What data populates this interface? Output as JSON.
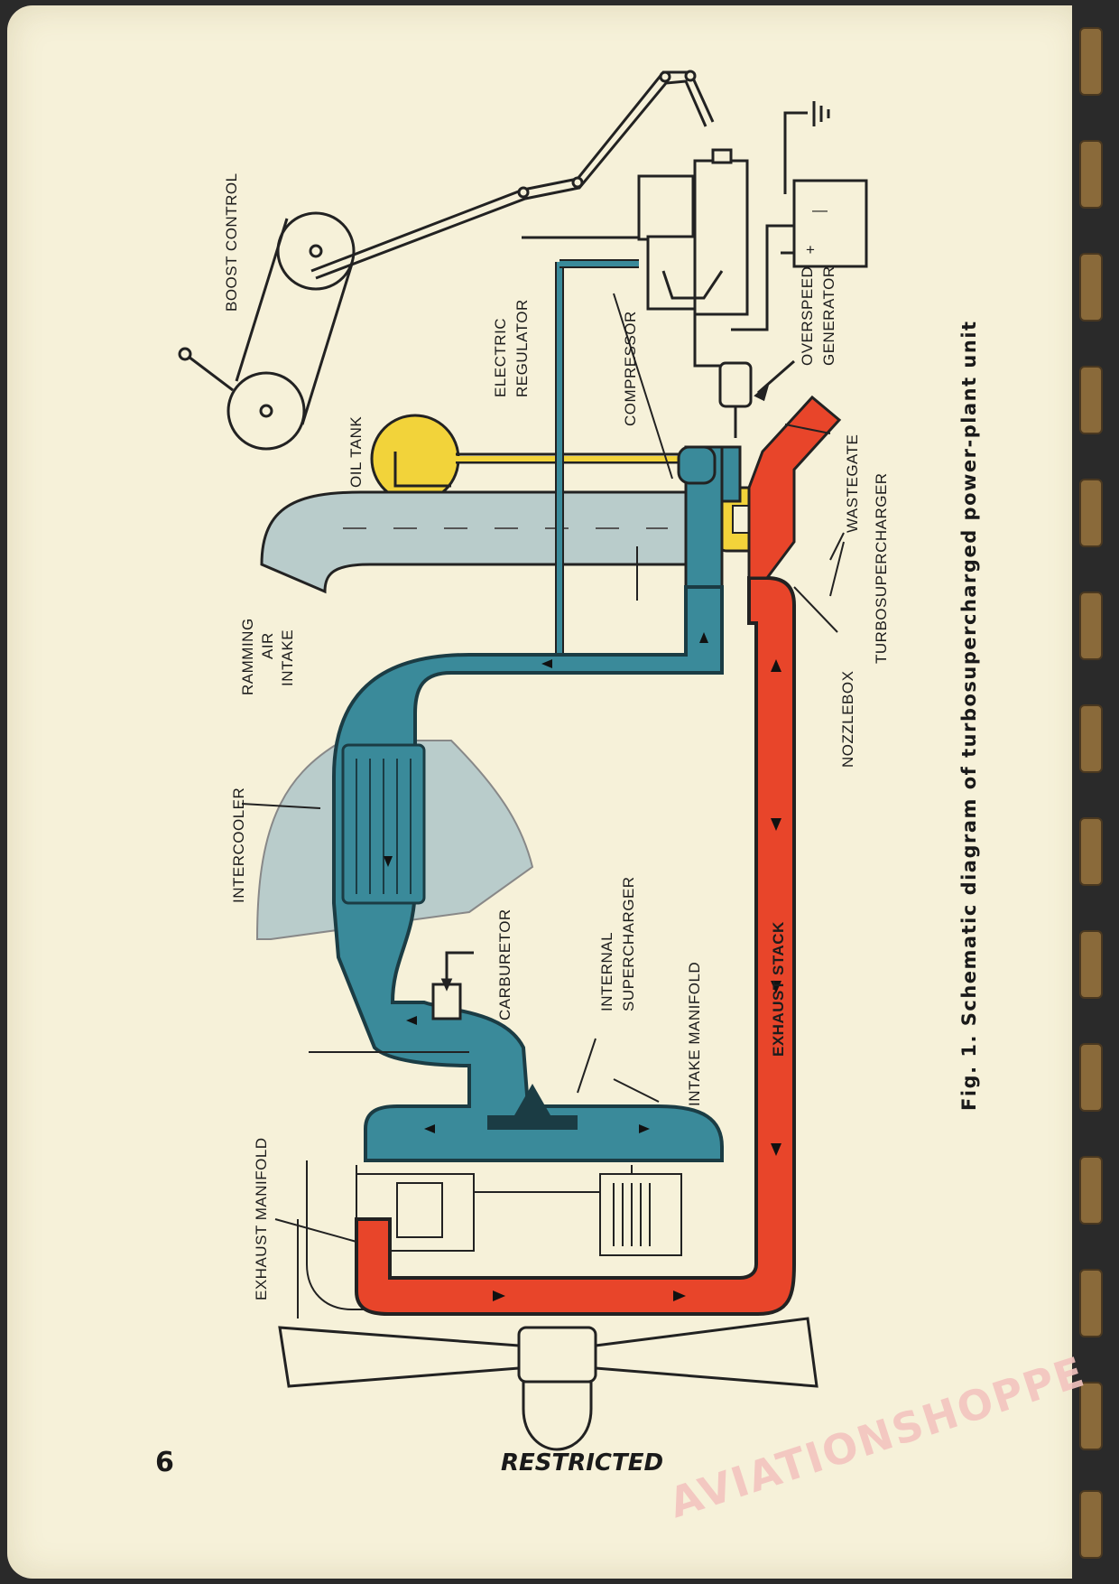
{
  "labels": {
    "boost_control": "BOOST CONTROL",
    "electric_regulator_1": "ELECTRIC",
    "electric_regulator_2": "REGULATOR",
    "compressor": "COMPRESSOR",
    "overspeed_1": "OVERSPEED",
    "overspeed_2": "GENERATOR",
    "oil_tank": "OIL TANK",
    "wastegate": "WASTEGATE",
    "turbosupercharger": "TURBOSUPERCHARGER",
    "ramming_1": "RAMMING",
    "ramming_2": "AIR",
    "ramming_3": "INTAKE",
    "nozzlebox": "NOZZLEBOX",
    "intercooler": "INTERCOOLER",
    "carburetor": "CARBURETOR",
    "internal_1": "INTERNAL",
    "internal_2": "SUPERCHARGER",
    "intake_manifold": "INTAKE MANIFOLD",
    "exhaust_stack": "EXHAUST STACK",
    "exhaust_manifold": "EXHAUST MANIFOLD",
    "plus": "+",
    "minus": "—"
  },
  "caption": "Fig. 1. Schematic diagram of turbosupercharged power-plant unit",
  "page_number": "6",
  "footer": "RESTRICTED",
  "watermark": "AVIATIONSHOPPE",
  "colors": {
    "paper": "#f6f1d9",
    "intake_blue": "#3a8a9a",
    "ram_air": "#b9cccb",
    "exhaust_red": "#e8452a",
    "oil_yellow": "#f2d33a"
  }
}
